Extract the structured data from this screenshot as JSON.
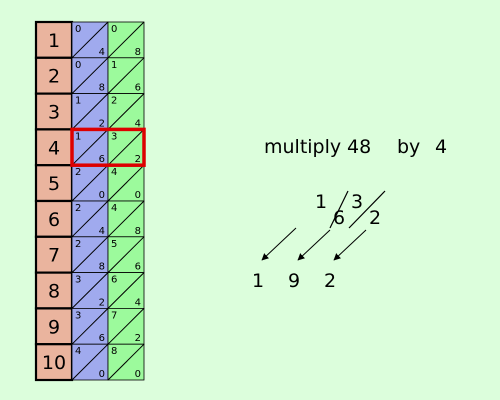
{
  "colors": {
    "background": "#dcfedc",
    "index_fill": "#eab49e",
    "col_a_fill": "#a0aaee",
    "col_b_fill": "#9cfa9c",
    "highlight": "#dd0000",
    "ink": "#000000"
  },
  "rod_rows": [
    {
      "index": "1",
      "a_top": "0",
      "a_bot": "4",
      "b_top": "0",
      "b_bot": "8"
    },
    {
      "index": "2",
      "a_top": "0",
      "a_bot": "8",
      "b_top": "1",
      "b_bot": "6"
    },
    {
      "index": "3",
      "a_top": "1",
      "a_bot": "2",
      "b_top": "2",
      "b_bot": "4"
    },
    {
      "index": "4",
      "a_top": "1",
      "a_bot": "6",
      "b_top": "3",
      "b_bot": "2"
    },
    {
      "index": "5",
      "a_top": "2",
      "a_bot": "0",
      "b_top": "4",
      "b_bot": "0"
    },
    {
      "index": "6",
      "a_top": "2",
      "a_bot": "4",
      "b_top": "4",
      "b_bot": "8"
    },
    {
      "index": "7",
      "a_top": "2",
      "a_bot": "8",
      "b_top": "5",
      "b_bot": "6"
    },
    {
      "index": "8",
      "a_top": "3",
      "a_bot": "2",
      "b_top": "6",
      "b_bot": "4"
    },
    {
      "index": "9",
      "a_top": "3",
      "a_bot": "6",
      "b_top": "7",
      "b_bot": "2"
    },
    {
      "index": "10",
      "a_top": "4",
      "a_bot": "0",
      "b_top": "8",
      "b_bot": "0"
    }
  ],
  "highlighted_row": 4,
  "problem": {
    "word1": "multiply",
    "multiplicand": "48",
    "word2": "by",
    "multiplier": "4"
  },
  "worked": {
    "top_left": "1",
    "top_right": "3",
    "bottom_left": "6",
    "bottom_right": "2",
    "result_digits": [
      "1",
      "9",
      "2"
    ]
  }
}
